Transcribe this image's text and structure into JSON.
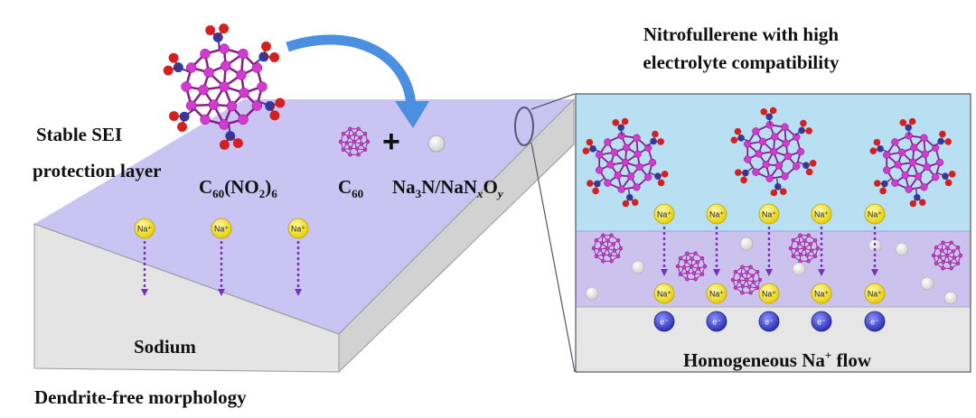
{
  "labels": {
    "sei_line1": "Stable SEI",
    "sei_line2": "protection layer",
    "c60_main": "C",
    "c60_sub": "60",
    "no2_open": "(NO",
    "no2_sub": "2",
    "no2_close": ")",
    "six": "6",
    "c60_label": "C",
    "c60_label_sub": "60",
    "plus": "+",
    "na3n_main": "Na",
    "na3n_sub": "3",
    "na3n_rest": "N/NaN",
    "x": "x",
    "o": "O",
    "y": "y",
    "sodium": "Sodium",
    "dendrite_free": "Dendrite-free morphology",
    "nitro_line1": "Nitrofullerene with high",
    "nitro_line2": "electrolyte compatibility",
    "homog_main": "Homogeneous Na",
    "homog_sup": "+",
    "homog_end": " flow"
  },
  "ions": {
    "sodium": "Na⁺",
    "electron": "e⁻"
  },
  "colors": {
    "sodium_ion": "#f2e21a",
    "electron": "#3b40c8",
    "sei_layer": "#c9c4f2",
    "electrolyte": "#b8dff2",
    "sodium_metal": "#e4e4e4",
    "fullerene": "#d23ad2",
    "arrow": "#4a8fe0",
    "flow_arrow": "#7a2fc0"
  }
}
